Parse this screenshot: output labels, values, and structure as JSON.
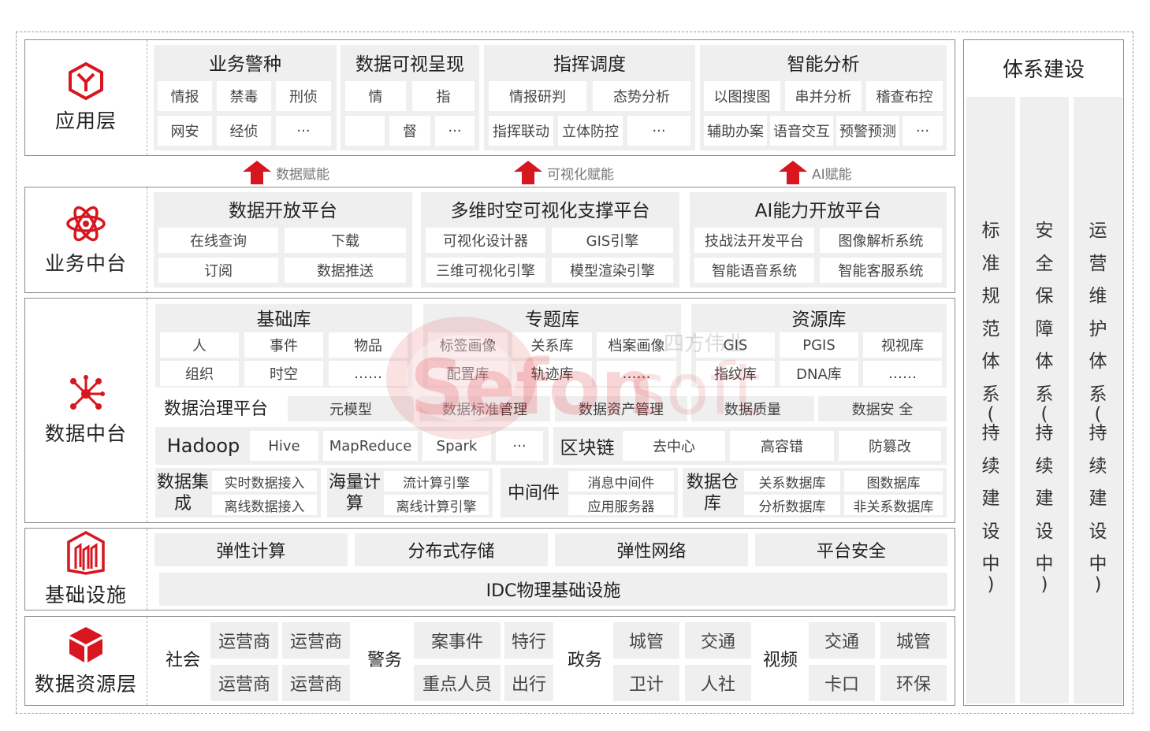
{
  "colors": {
    "accent": "#d7161f",
    "panel": "#efefef",
    "border": "#8c8c8c"
  },
  "layers": {
    "app": {
      "label": "应用层",
      "icon": "y-cube-icon"
    },
    "biz": {
      "label": "业务中台",
      "icon": "atom-icon"
    },
    "data": {
      "label": "数据中台",
      "icon": "network-nodes-icon"
    },
    "infra": {
      "label": "基础设施",
      "icon": "building-icon"
    },
    "res": {
      "label": "数据资源层",
      "icon": "cube-icon"
    }
  },
  "app": {
    "p1": {
      "title": "业务警种",
      "c": [
        "情报",
        "禁毒",
        "刑侦",
        "网安",
        "经侦",
        "···"
      ]
    },
    "p2": {
      "title": "数据可视呈现",
      "c": [
        "情",
        "指",
        "督",
        "···"
      ]
    },
    "p3": {
      "title": "指挥调度",
      "c": [
        "情报研判",
        "态势分析",
        "指挥联动",
        "立体防控",
        "···"
      ]
    },
    "p4": {
      "title": "智能分析",
      "c": [
        "以图搜图",
        "串并分析",
        "稽查布控",
        "辅助办案",
        "语音交互",
        "预警预测",
        "···"
      ]
    }
  },
  "arrows": [
    "数据赋能",
    "可视化赋能",
    "AI赋能"
  ],
  "biz": {
    "p1": {
      "title": "数据开放平台",
      "c": [
        "在线查询",
        "下载",
        "订阅",
        "数据推送"
      ]
    },
    "p2": {
      "title": "多维时空可视化支撑平台",
      "c": [
        "可视化设计器",
        "GIS引擎",
        "三维可视化引擎",
        "模型渲染引擎"
      ]
    },
    "p3": {
      "title": "AI能力开放平台",
      "c": [
        "技战法开发平台",
        "图像解析系统",
        "智能语音系统",
        "智能客服系统"
      ]
    }
  },
  "data": {
    "lib1": {
      "title": "基础库",
      "c": [
        "人",
        "事件",
        "物品",
        "组织",
        "时空",
        "……"
      ]
    },
    "lib2": {
      "title": "专题库",
      "c": [
        "标签画像",
        "关系库",
        "档案画像",
        "配置库",
        "轨迹库",
        "……"
      ]
    },
    "lib3": {
      "title": "资源库",
      "c": [
        "GIS",
        "PGIS",
        "视视库",
        "指纹库",
        "DNA库",
        "……"
      ]
    },
    "gov": {
      "title": "数据治理平台",
      "c": [
        "元模型",
        "数据标准管理",
        "数据资产管理",
        "数据质量",
        "数据安 全"
      ]
    },
    "hadoop": {
      "title": "Hadoop",
      "c": [
        "Hive",
        "MapReduce",
        "Spark",
        "···"
      ]
    },
    "chain": {
      "title": "区块链",
      "c": [
        "去中心",
        "高容错",
        "防篡改"
      ]
    },
    "integ": {
      "title": "数据集成",
      "c": [
        "实时数据接入",
        "离线数据接入"
      ]
    },
    "compute": {
      "title": "海量计算",
      "c": [
        "流计算引擎",
        "离线计算引擎"
      ]
    },
    "mid": {
      "title": "中间件",
      "c": [
        "消息中间件",
        "应用服务器"
      ]
    },
    "wh": {
      "title": "数据仓库",
      "c": [
        "关系数据库",
        "图数据库",
        "分析数据库",
        "非关系数据库"
      ]
    }
  },
  "infra": {
    "c": [
      "弹性计算",
      "分布式存储",
      "弹性网络",
      "平台安全"
    ],
    "idc": "IDC物理基础设施"
  },
  "res": {
    "g1": {
      "label": "社会",
      "c": [
        "运营商",
        "运营商",
        "运营商",
        "运营商"
      ]
    },
    "g2": {
      "label": "警务",
      "c": [
        "案事件",
        "特行",
        "重点人员",
        "出行"
      ]
    },
    "g3": {
      "label": "政务",
      "c": [
        "城管",
        "交通",
        "卫计",
        "人社"
      ]
    },
    "g4": {
      "label": "视频",
      "c": [
        "交通",
        "城管",
        "卡口",
        "环保"
      ]
    }
  },
  "system": {
    "title": "体系建设",
    "cols": [
      [
        "标",
        "准",
        "规",
        "范",
        "体",
        "系",
        "(",
        "持",
        "续",
        "建",
        "设",
        "中",
        ")"
      ],
      [
        "安",
        "全",
        "保",
        "障",
        "体",
        "系",
        "(",
        "持",
        "续",
        "建",
        "设",
        "中",
        ")"
      ],
      [
        "运",
        "营",
        "维",
        "护",
        "体",
        "系",
        "(",
        "持",
        "续",
        "建",
        "设",
        "中",
        ")"
      ]
    ]
  },
  "watermark": {
    "brand": "Sefonsoft",
    "cn": "四方伟业"
  }
}
